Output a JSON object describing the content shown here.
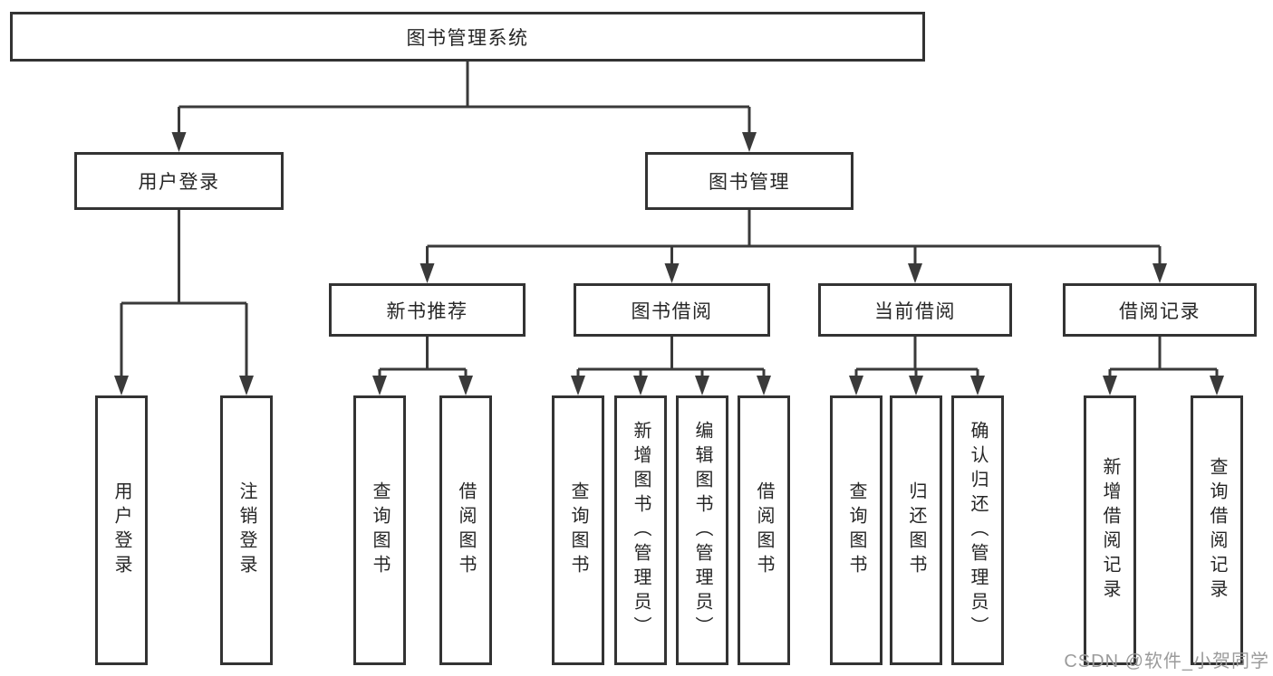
{
  "tree": {
    "label": "图书管理系统",
    "children": [
      {
        "label": "用户登录",
        "children": [
          {
            "label": "用户登录"
          },
          {
            "label": "注销登录"
          }
        ]
      },
      {
        "label": "图书管理",
        "children": [
          {
            "label": "新书推荐",
            "children": [
              {
                "label": "查询图书"
              },
              {
                "label": "借阅图书"
              }
            ]
          },
          {
            "label": "图书借阅",
            "children": [
              {
                "label": "查询图书"
              },
              {
                "label": "新增图书（管理员）"
              },
              {
                "label": "编辑图书（管理员）"
              },
              {
                "label": "借阅图书"
              }
            ]
          },
          {
            "label": "当前借阅",
            "children": [
              {
                "label": "查询图书"
              },
              {
                "label": "归还图书"
              },
              {
                "label": "确认归还（管理员）"
              }
            ]
          },
          {
            "label": "借阅记录",
            "children": [
              {
                "label": "新增借阅记录"
              },
              {
                "label": "查询借阅记录"
              }
            ]
          }
        ]
      }
    ]
  },
  "watermark": {
    "text": "CSDN @软件_小贺同学"
  },
  "colors": {
    "background": "#ffffff",
    "box_border": "#333333",
    "connector_line": "#3a3a3a",
    "text": "#262626",
    "watermark_text": "#9b9b9b"
  }
}
